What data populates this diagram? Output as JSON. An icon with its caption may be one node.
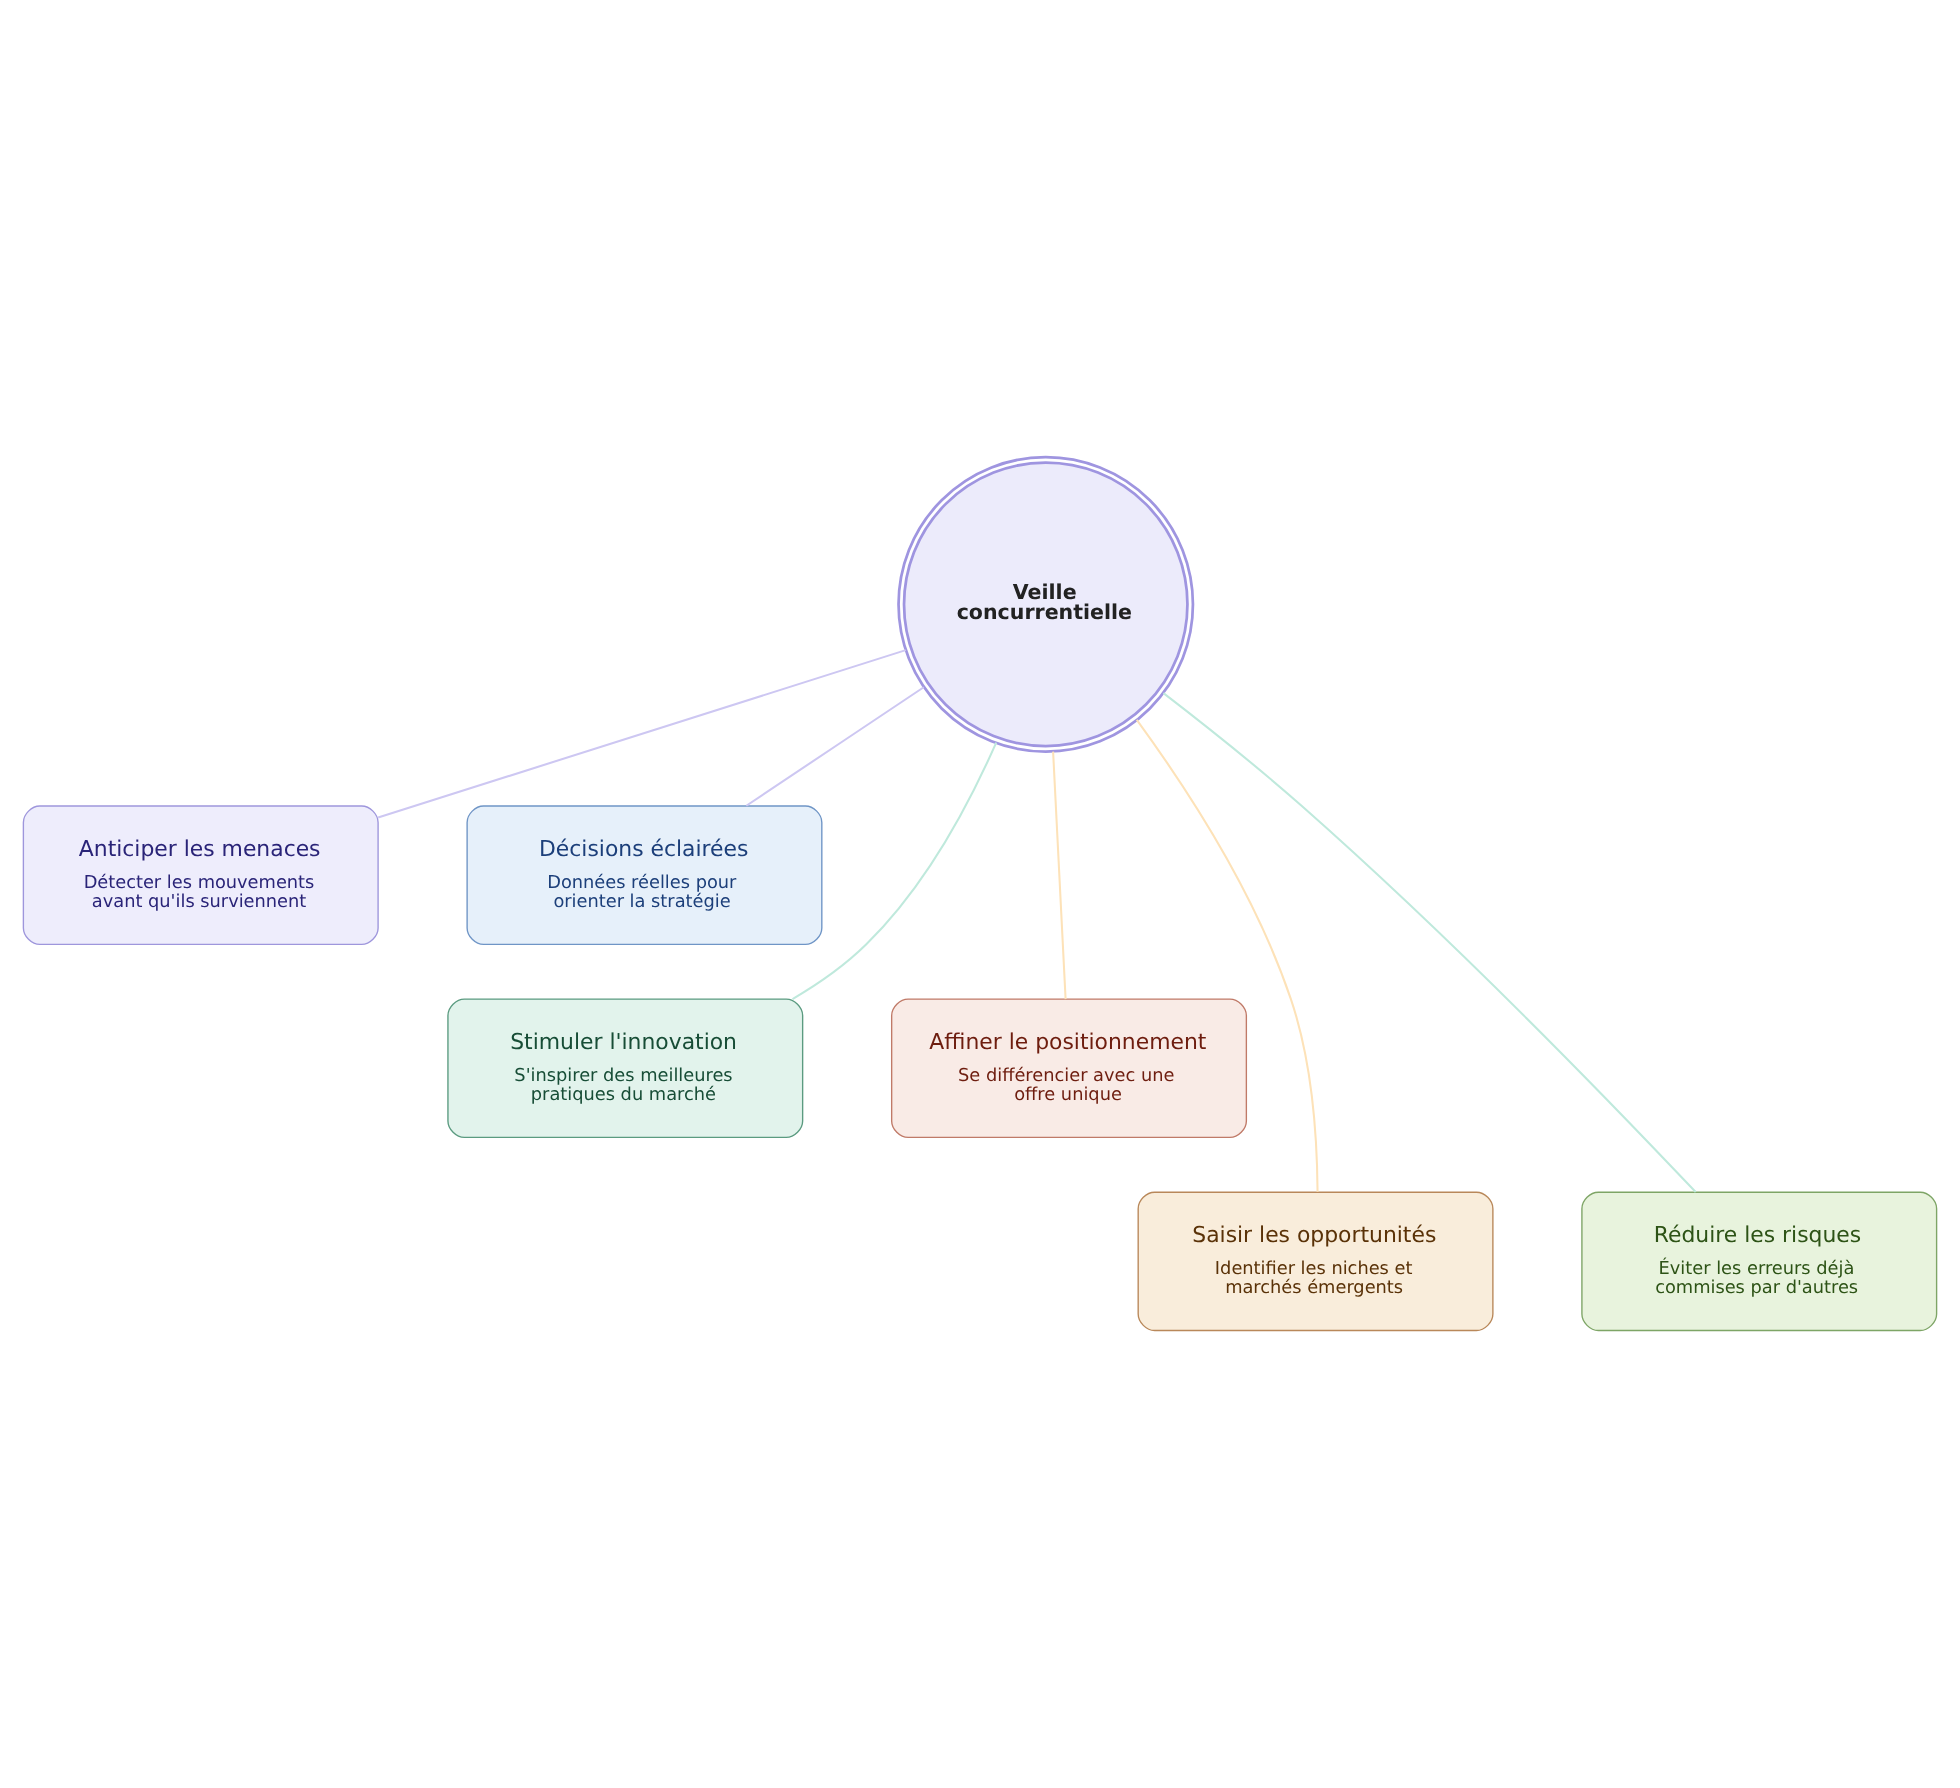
{
  "diagram": {
    "nodes": [
      {
        "text": [
          "Veille concurrentielle"
        ]
      },
      {
        "text": [
          "Anticiper les menaces",
          "Détecter les mouvements avant qu'ils surviennent"
        ]
      },
      {
        "text": [
          "Décisions éclairées",
          "Données réelles pour orienter la stratégie"
        ]
      },
      {
        "text": [
          "Stimuler l'innovation",
          "S'inspirer des meilleures pratiques du marché"
        ]
      },
      {
        "text": [
          "Affiner le positionnement",
          "Se différencier avec une offre unique"
        ]
      },
      {
        "text": [
          "Saisir les opportunités",
          "Identifier les niches et marchés émergents"
        ]
      },
      {
        "text": [
          "Réduire les risques",
          "Éviter les erreurs déjà commises par d'autres"
        ]
      }
    ],
    "edges": [
      {
        "from": 0,
        "to": 3,
        "arrow": "none",
        "color": "#bfe9dc"
      },
      {
        "from": 0,
        "to": 1,
        "arrow": "none",
        "color": "#cdc7f2"
      },
      {
        "from": 0,
        "to": 5,
        "arrow": "none",
        "color": "#fde2b8"
      },
      {
        "from": 0,
        "to": 4,
        "arrow": "none",
        "color": "#fde2b8"
      },
      {
        "from": 0,
        "to": 2,
        "arrow": "none",
        "color": "#cdc7f2"
      },
      {
        "from": 0,
        "to": 6,
        "arrow": "none",
        "color": "#bfe9dc"
      }
    ]
  }
}
